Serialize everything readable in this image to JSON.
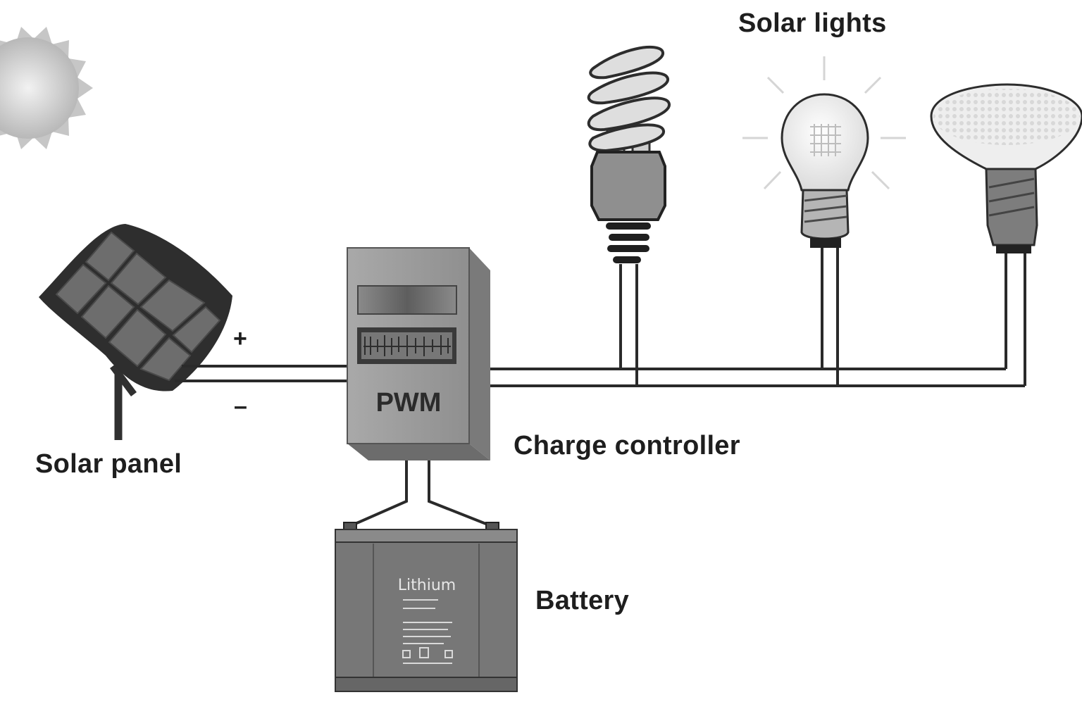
{
  "labels": {
    "solar_lights": "Solar lights",
    "solar_panel": "Solar panel",
    "charge_controller": "Charge controller",
    "battery": "Battery",
    "controller_mode": "PWM",
    "battery_brand": "Lithium",
    "plus_terminal": "+",
    "minus_terminal": "–"
  },
  "icons": {
    "sun": "sun-icon",
    "panel": "solar-panel-icon",
    "controller": "charge-controller-icon",
    "battery": "battery-icon",
    "cfl": "cfl-bulb-icon",
    "incandescent": "light-bulb-icon",
    "reflector": "reflector-lamp-icon"
  },
  "colors": {
    "wire": "#2a2a2a",
    "device_fill": "#9a9a9a",
    "battery_fill": "#777777",
    "text": "#1e1e1e"
  }
}
